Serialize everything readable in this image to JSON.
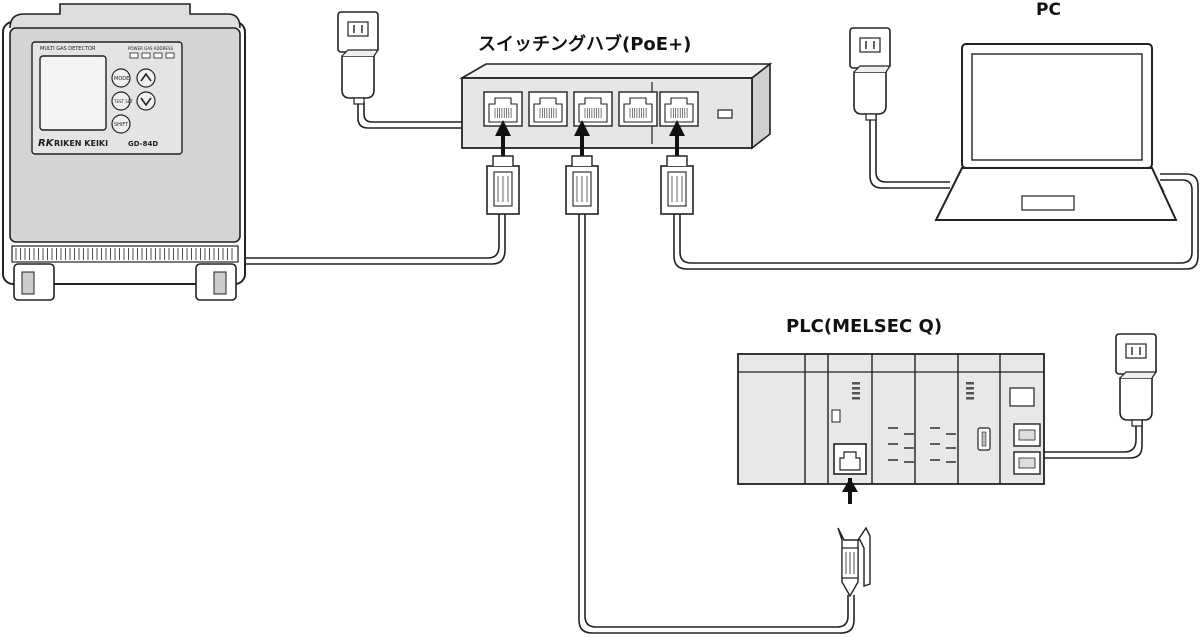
{
  "labels": {
    "hub": "スイッチングハブ(PoE+)",
    "pc": "PC",
    "plc": "PLC(MELSEC Q)"
  },
  "detector": {
    "top_text": "MULTI GAS DETECTOR",
    "indicator_text": "POWER GAS ADDRESS",
    "btn_mode": "MODE",
    "btn_test": "TEST SET",
    "btn_shift": "SHIFT",
    "brand_mark": "RK",
    "brand": "RIKEN KEIKI",
    "model": "GD-84D"
  },
  "colors": {
    "stroke": "#222222",
    "device_fill": "#d9d9d9",
    "hub_fill": "#e6e6e6",
    "plc_fill": "#e8e8e8",
    "screen_fill": "#f4f4f4"
  }
}
